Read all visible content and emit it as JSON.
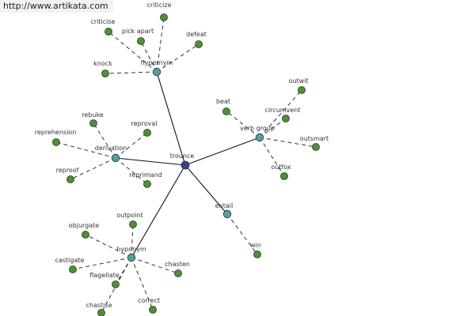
{
  "site": {
    "url": "http://www.artikata.com"
  },
  "graph": {
    "center": "trounce",
    "hubs": [
      {
        "id": "hypernym",
        "label": "hypernym"
      },
      {
        "id": "derivation",
        "label": "derivation"
      },
      {
        "id": "verb_group",
        "label": "verb group"
      },
      {
        "id": "entail",
        "label": "entail"
      },
      {
        "id": "hyponym",
        "label": "hyponym"
      }
    ],
    "leaves": {
      "hypernym": [
        "criticize",
        "criticise",
        "pick apart",
        "defeat",
        "knock"
      ],
      "derivation": [
        "rebuke",
        "reproval",
        "reprehension",
        "reproof",
        "reprimand"
      ],
      "verb_group": [
        "outwit",
        "beat",
        "circumvent",
        "outsmart",
        "outfox"
      ],
      "entail": [
        "win"
      ],
      "hyponym": [
        "outpoint",
        "objurgate",
        "castigate",
        "chasten",
        "flagellate",
        "chastise",
        "correct"
      ]
    },
    "colors": {
      "center_node": "#3c3c9a",
      "hub_node": "#5a9aa3",
      "leaf_node": "#4f8f3c",
      "node_outline": "#1e3a1e",
      "solid_edge": "#111111",
      "dashed_edge": "#333333"
    }
  }
}
